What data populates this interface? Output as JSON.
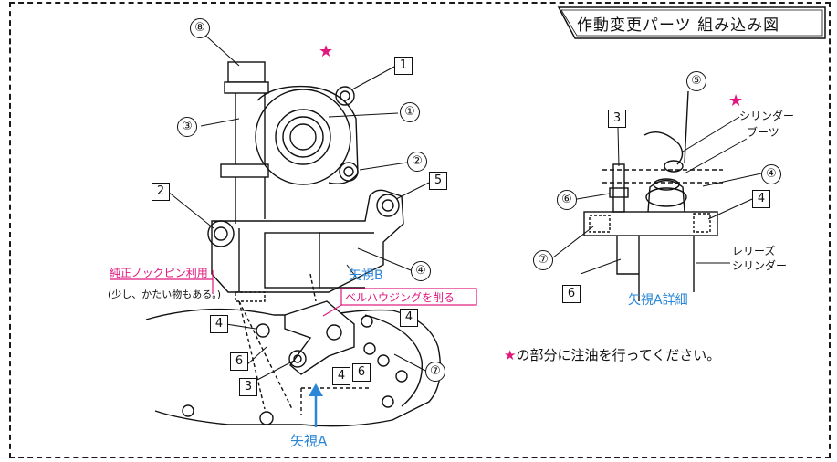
{
  "title": "作動変更パーツ 組み込み図",
  "left": {
    "circled": [
      "⑧",
      "③",
      "①",
      "②",
      "④",
      "⑦"
    ],
    "squared": [
      "1",
      "2",
      "5",
      "4",
      "6",
      "3",
      "4",
      "6",
      "4"
    ],
    "view_b": "矢視B",
    "view_a": "矢視A",
    "knock_pin_1": "純正ノックピン利用",
    "knock_pin_2": "(少し、かたい物もある。)",
    "bell_housing": "ベルハウジングを削る"
  },
  "right": {
    "circled": [
      "⑤",
      "④",
      "⑥",
      "⑦"
    ],
    "squared": [
      "3",
      "4",
      "6"
    ],
    "cyl_boot_1": "シリンダー",
    "cyl_boot_2": "ブーツ",
    "release_1": "レリーズ",
    "release_2": "シリンダー",
    "detail": "矢視A詳細"
  },
  "note_star": "★",
  "note_text": "の部分に注油を行ってください。",
  "colors": {
    "accent_pink": "#e0177d",
    "accent_blue": "#2a86d6"
  }
}
